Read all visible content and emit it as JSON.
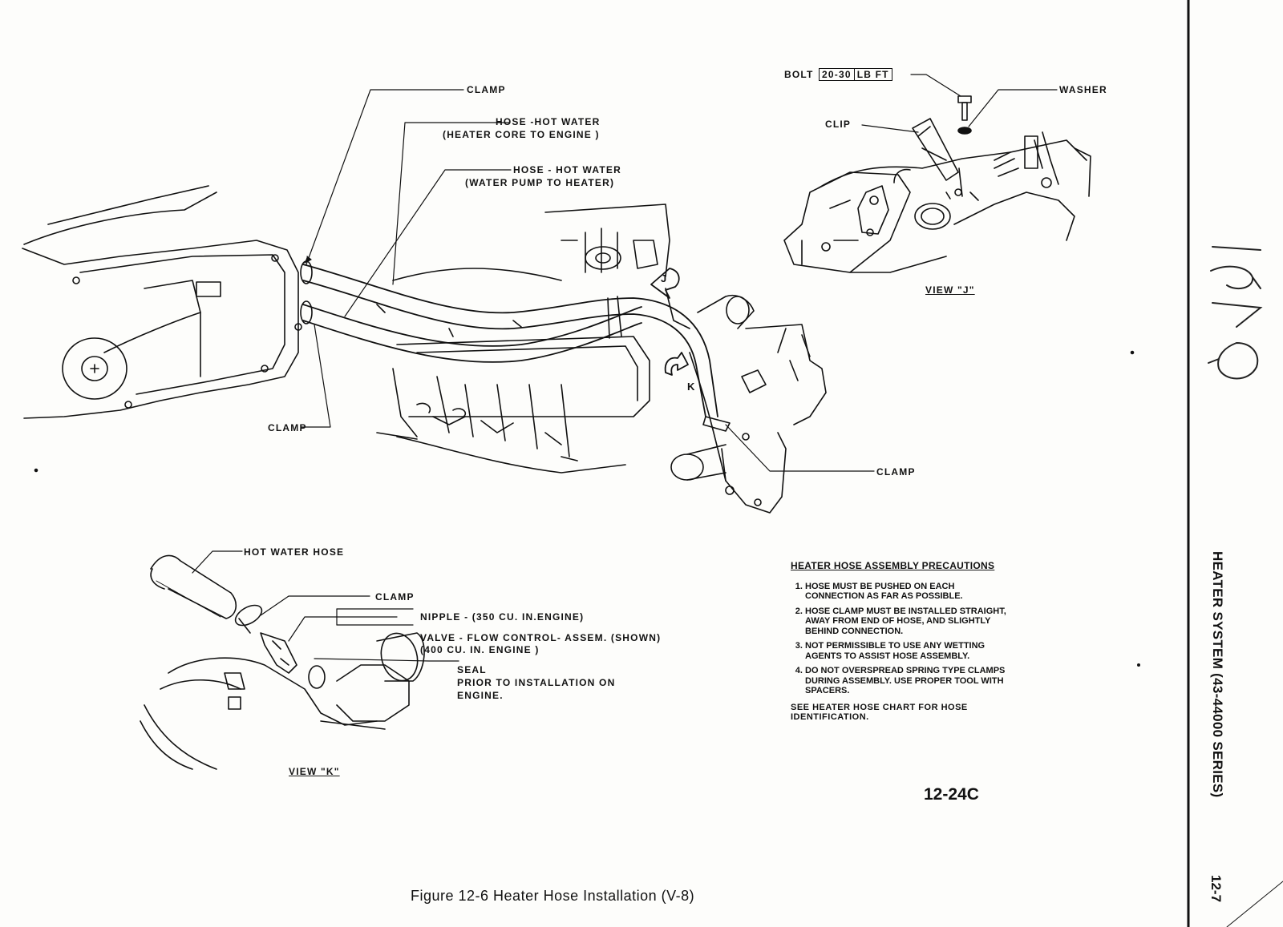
{
  "labels": {
    "clamp_top": "CLAMP",
    "hose_core_1": "HOSE -HOT WATER",
    "hose_core_2": "(HEATER  CORE TO ENGINE )",
    "hose_pump_1": "HOSE - HOT WATER",
    "hose_pump_2": "(WATER PUMP TO HEATER)",
    "clamp_left": "CLAMP",
    "clamp_right": "CLAMP",
    "view_j_callout": "J",
    "view_k_callout": "K"
  },
  "view_j": {
    "bolt": "BOLT",
    "torque_value": "20-30",
    "torque_unit": "LB FT",
    "washer": "WASHER",
    "clip": "CLIP",
    "title": "VIEW \"J\""
  },
  "view_k": {
    "hot_water_hose": "HOT WATER HOSE",
    "clamp": "CLAMP",
    "nipple": "NIPPLE - (350 CU. IN.ENGINE)",
    "valve_1": "VALVE - FLOW  CONTROL- ASSEM. (SHOWN)",
    "valve_2": "(400 CU. IN. ENGINE )",
    "seal": "SEAL",
    "seal_note_1": "PRIOR  TO  INSTALLATION  ON",
    "seal_note_2": "ENGINE.",
    "title": "VIEW \"K\""
  },
  "precautions": {
    "title": "HEATER HOSE ASSEMBLY PRECAUTIONS",
    "items": [
      "HOSE MUST BE PUSHED ON EACH CONNECTION AS FAR AS POSSIBLE.",
      "HOSE CLAMP MUST BE INSTALLED STRAIGHT, AWAY FROM END OF HOSE, AND SLIGHTLY BEHIND CONNECTION.",
      "NOT PERMISSIBLE TO USE ANY WETTING AGENTS TO ASSIST HOSE ASSEMBLY.",
      "DO NOT OVERSPREAD SPRING TYPE CLAMPS DURING ASSEMBLY. USE PROPER TOOL WITH SPACERS."
    ],
    "note": "SEE HEATER HOSE CHART FOR HOSE IDENTIFICATION."
  },
  "figure_id": "12-24C",
  "caption": "Figure 12-6 Heater Hose Installation (V-8)",
  "side_header": "HEATER SYSTEM (43-44000 SERIES)",
  "page_number": "12-7",
  "handwritten_year": "1970"
}
